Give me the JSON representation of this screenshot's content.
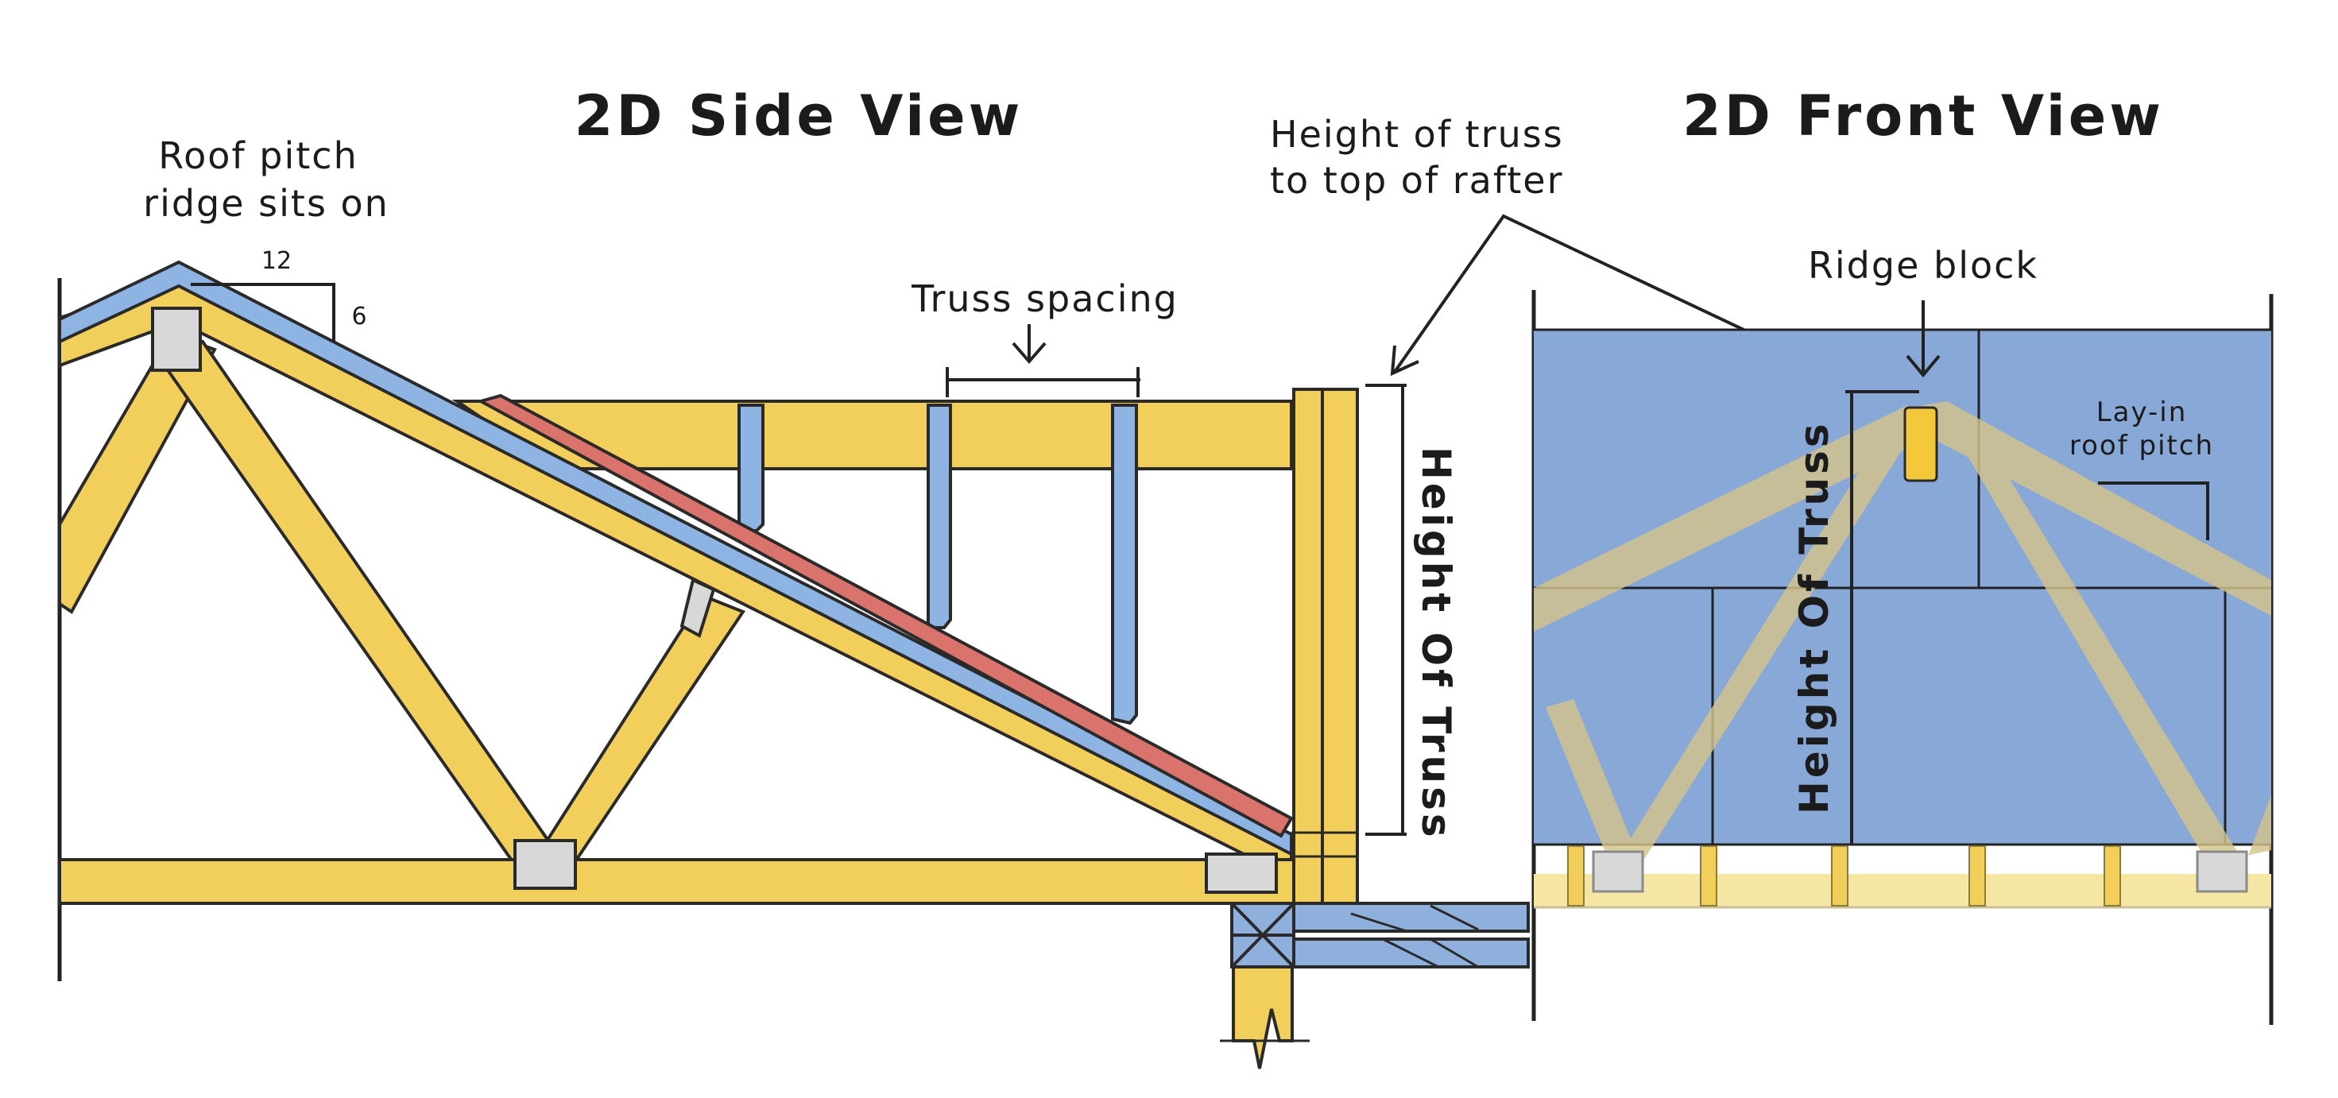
{
  "diagram": {
    "side_view_title": "2D Side View",
    "front_view_title": "2D Front View",
    "labels": {
      "roof_pitch_line1": "Roof pitch",
      "roof_pitch_line2": "ridge sits on",
      "pitch_run": "12",
      "pitch_rise": "6",
      "truss_spacing": "Truss spacing",
      "height_rafter_line1": "Height of truss",
      "height_rafter_line2": "to top of rafter",
      "height_of_truss_side": "Height Of Truss",
      "ridge_block": "Ridge block",
      "layin_line1": "Lay-in",
      "layin_line2": "roof pitch",
      "height_of_truss_front": "Height Of Truss"
    },
    "colors": {
      "lumber": "#f2cf5b",
      "lumber_outline": "#2a2a2a",
      "rafter_blue": "#8db4e2",
      "red_rafter": "#d9736b",
      "front_panel": "#88a8d8",
      "front_truss": "#d4c48a",
      "gusset": "#d8d8d8",
      "ridge_block": "#f3c83a",
      "wall_blue": "#8fb0dc"
    }
  }
}
